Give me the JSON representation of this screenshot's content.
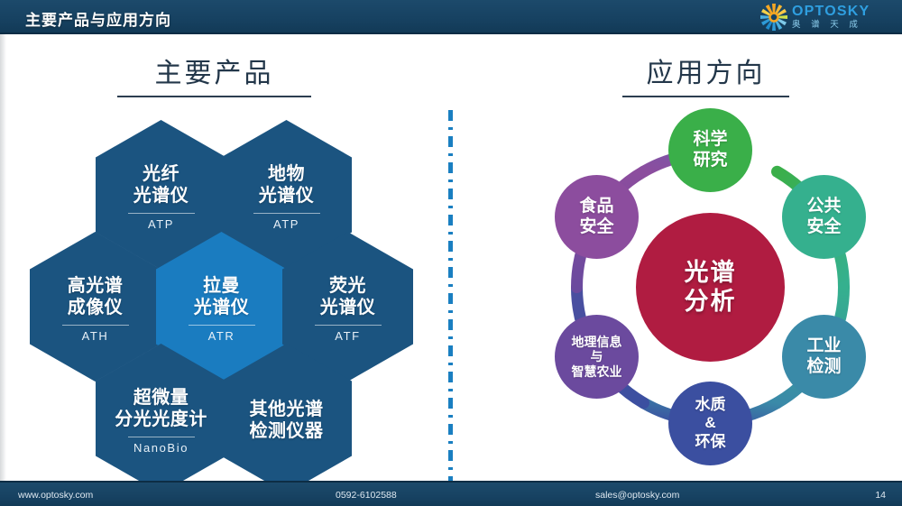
{
  "header": {
    "title": "主要产品与应用方向",
    "logo": {
      "icon": "sunburst-icon",
      "en": "OPTOSKY",
      "cn": "奥 谱 天 成",
      "accent": "#2f9fe0"
    }
  },
  "sections": {
    "left_title": "主要产品",
    "right_title": "应用方向"
  },
  "products": {
    "hexagons": [
      {
        "name": "光纤\n光谱仪",
        "code": "ATP",
        "highlight": false
      },
      {
        "name": "地物\n光谱仪",
        "code": "ATP",
        "highlight": false
      },
      {
        "name": "高光谱\n成像仪",
        "code": "ATH",
        "highlight": false
      },
      {
        "name": "拉曼\n光谱仪",
        "code": "ATR",
        "highlight": true
      },
      {
        "name": "荧光\n光谱仪",
        "code": "ATF",
        "highlight": false
      },
      {
        "name": "超微量\n分光光度计",
        "code": "NanoBio",
        "highlight": false
      },
      {
        "name": "其他光谱\n检测仪器",
        "code": "",
        "highlight": false
      }
    ],
    "hex_color": "#1b5480",
    "hex_highlight_color": "#1a7cc0"
  },
  "applications": {
    "center": {
      "label": "光谱\n分析",
      "color": "#b01c41"
    },
    "nodes": [
      {
        "label": "科学\n研究",
        "color": "#3aaf49",
        "font_size": "19px"
      },
      {
        "label": "公共\n安全",
        "color": "#35b08e",
        "font_size": "19px"
      },
      {
        "label": "工业\n检测",
        "color": "#3a8aa8",
        "font_size": "19px"
      },
      {
        "label": "水质\n&\n环保",
        "color": "#3b4fa0",
        "font_size": "17px"
      },
      {
        "label": "地理信息\n与\n智慧农业",
        "color": "#6b4a9e",
        "font_size": "14px"
      },
      {
        "label": "食品\n安全",
        "color": "#8c4d9e",
        "font_size": "19px"
      }
    ]
  },
  "divider": {
    "style": "dash-dot-vertical",
    "color": "#1a7fc1"
  },
  "footer": {
    "website": "www.optosky.com",
    "phone": "0592-6102588",
    "email": "sales@optosky.com",
    "page_number": "14"
  }
}
